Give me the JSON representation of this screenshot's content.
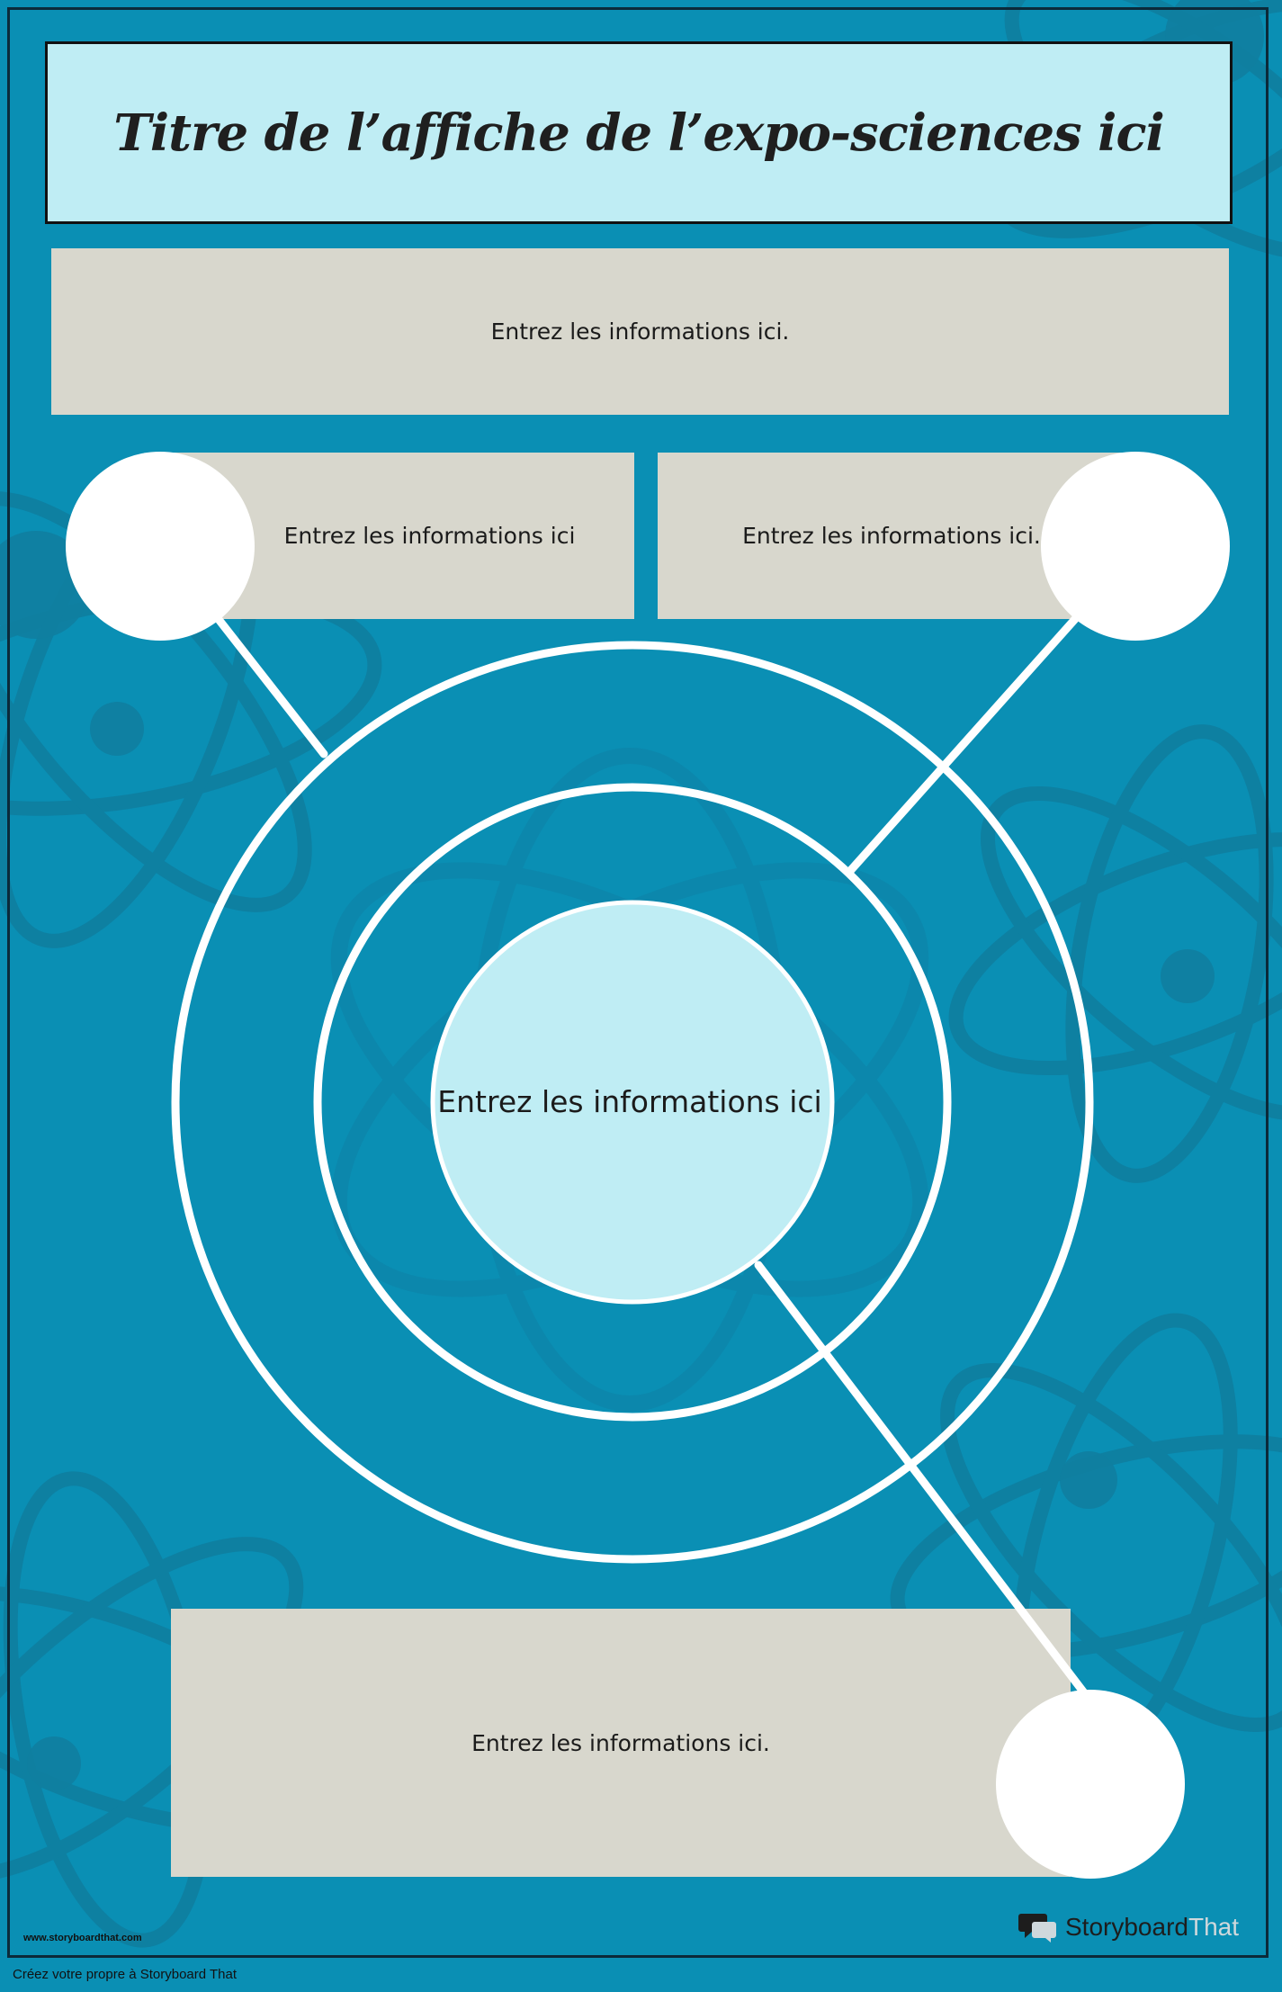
{
  "poster": {
    "title": "Titre de l’affiche de l’expo-sciences ici",
    "info_top": "Entrez les informations ici.",
    "info_left": "Entrez les informations ici",
    "info_right": "Entrez les informations ici.",
    "info_center": "Entrez les informations ici",
    "info_bottom": "Entrez les informations ici."
  },
  "footer": {
    "website": "www.storyboardthat.com",
    "caption": "Créez votre propre à Storyboard That",
    "brand_main": "Storyboard",
    "brand_accent": "That"
  },
  "colors": {
    "background": "#0a8fb4",
    "title_box": "#bfedf4",
    "info_box": "#d8d7cd",
    "center_circle": "#bfedf4",
    "line": "#ffffff"
  },
  "icons": {
    "background_pattern": "atom-icon",
    "brand_logo": "speech-bubble-icon"
  }
}
